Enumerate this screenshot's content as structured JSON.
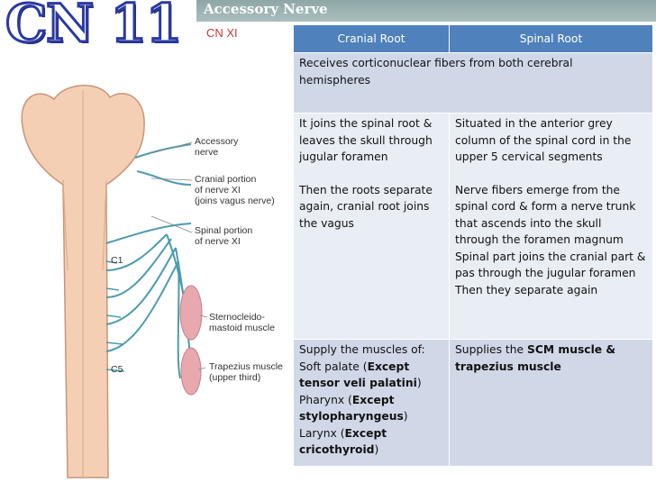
{
  "title": "CN 11",
  "subtitle": "Accessory Nerve",
  "tag": "CN XI",
  "diagram_labels": {
    "accessory": [
      "Accessory",
      "nerve"
    ],
    "cranial": [
      "Cranial portion",
      "of nerve XI",
      "(joins vagus nerve)"
    ],
    "spinal": [
      "Spinal portion",
      "of nerve XI"
    ],
    "c1": "C1",
    "c5": "C5",
    "scm": [
      "Sternocleido-",
      "mastoid muscle"
    ],
    "trap": [
      "Trapezius muscle",
      "(upper third)"
    ]
  },
  "table": {
    "headers": [
      "Cranial  Root",
      "Spinal Root"
    ],
    "row1": "Receives corticonuclear fibers from both cerebral hemispheres",
    "row2": {
      "cranial_a": "It joins the spinal root & leaves the skull through jugular foramen",
      "cranial_b": "Then the roots separate again, cranial root joins the vagus",
      "spinal_a": "Situated in the anterior grey column of the spinal cord  in the upper 5 cervical segments",
      "spinal_b": "Nerve fibers emerge from the spinal cord & form a nerve trunk that ascends into the skull through the foramen magnum",
      "spinal_c": "Spinal part joins the cranial part & pas through the jugular foramen",
      "spinal_d": "Then they separate again"
    },
    "row3": {
      "cranial_intro": "Supply the muscles of:",
      "soft_palate": "Soft palate (",
      "soft_palate_bold": "Except tensor veli palatini",
      "pharynx": "Pharynx (",
      "pharynx_bold": "Except stylopharyngeus",
      "larynx": "Larynx (",
      "larynx_bold": "Except cricothyroid",
      "close": ")",
      "spinal_pre": "Supplies the ",
      "spinal_bold": "SCM muscle & trapezius muscle"
    }
  },
  "colors": {
    "header": "#4f81bd",
    "row_dark": "#d0d8e8",
    "row_light": "#e9edf4",
    "nerve": "#4a9bb0",
    "brainstem": "#f4cfb4",
    "muscle": "#e7a8ae"
  }
}
